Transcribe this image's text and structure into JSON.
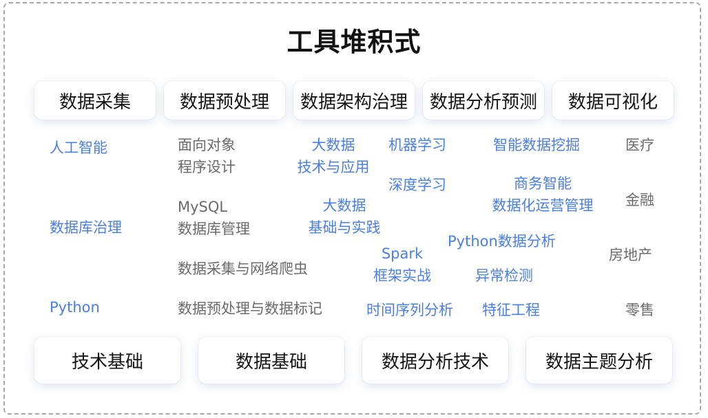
{
  "title": "工具堆积式",
  "top_categories": [
    "数据采集",
    "数据预处理",
    "数据架构治理",
    "数据分析预测",
    "数据可视化"
  ],
  "bottom_categories": [
    "技术基础",
    "数据基础",
    "数据分析技术",
    "数据主题分析"
  ],
  "technology_foundation": [
    "人工智能",
    "数据库治理",
    "Python"
  ],
  "data_foundation": [
    "面向对象",
    "程序设计",
    "MySQL",
    "数据库管理",
    "数据采集与网络爬虫",
    "数据预处理与数据标记"
  ],
  "analysis_technology": {
    "big_data_tech": [
      "大数据",
      "技术与应用"
    ],
    "big_data_basics": [
      "大数据",
      "基础与实践"
    ],
    "machine_learning": "机器学习",
    "deep_learning": "深度学习",
    "spark": [
      "Spark",
      "框架实战"
    ],
    "time_series": "时间序列分析",
    "data_mining": "智能数据挖掘",
    "business_intel": [
      "商务智能",
      "数据化运营管理"
    ],
    "python_analysis": "Python数据分析",
    "anomaly": "异常检测",
    "feature_eng": "特征工程"
  },
  "topics": [
    "医疗",
    "金融",
    "房地产",
    "零售"
  ],
  "colors": {
    "accent": "#4a7fe6",
    "muted": "#6b6b6b",
    "title": "#111111"
  }
}
